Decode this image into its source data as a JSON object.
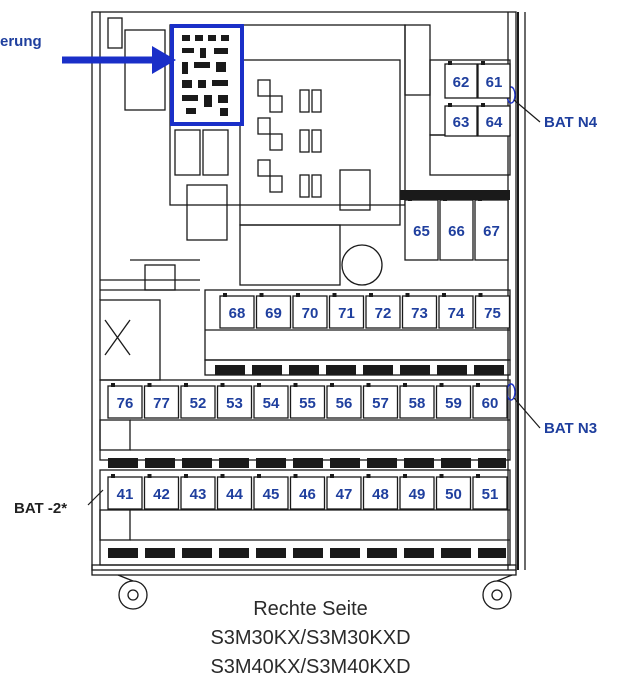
{
  "labels": {
    "steuerung": "erung",
    "bat_n4": "BAT N4",
    "bat_n3": "BAT N3",
    "bat_minus2": "BAT -2*"
  },
  "caption": {
    "line1": "Rechte Seite",
    "line2": "S3M30KX/S3M30KXD",
    "line3": "S3M40KX/S3M40KXD"
  },
  "batteries": {
    "top_right": [
      "62",
      "61",
      "63",
      "64"
    ],
    "row_65": [
      "65",
      "66",
      "67"
    ],
    "row_68": [
      "68",
      "69",
      "70",
      "71",
      "72",
      "73",
      "74",
      "75"
    ],
    "row_76": [
      "76",
      "77",
      "52",
      "53",
      "54",
      "55",
      "56",
      "57",
      "58",
      "59",
      "60"
    ],
    "row_41": [
      "41",
      "42",
      "43",
      "44",
      "45",
      "46",
      "47",
      "48",
      "49",
      "50",
      "51"
    ]
  },
  "colors": {
    "highlight": "#1a2fc8",
    "label": "#1f3f9e",
    "line": "#1a1a1a"
  }
}
